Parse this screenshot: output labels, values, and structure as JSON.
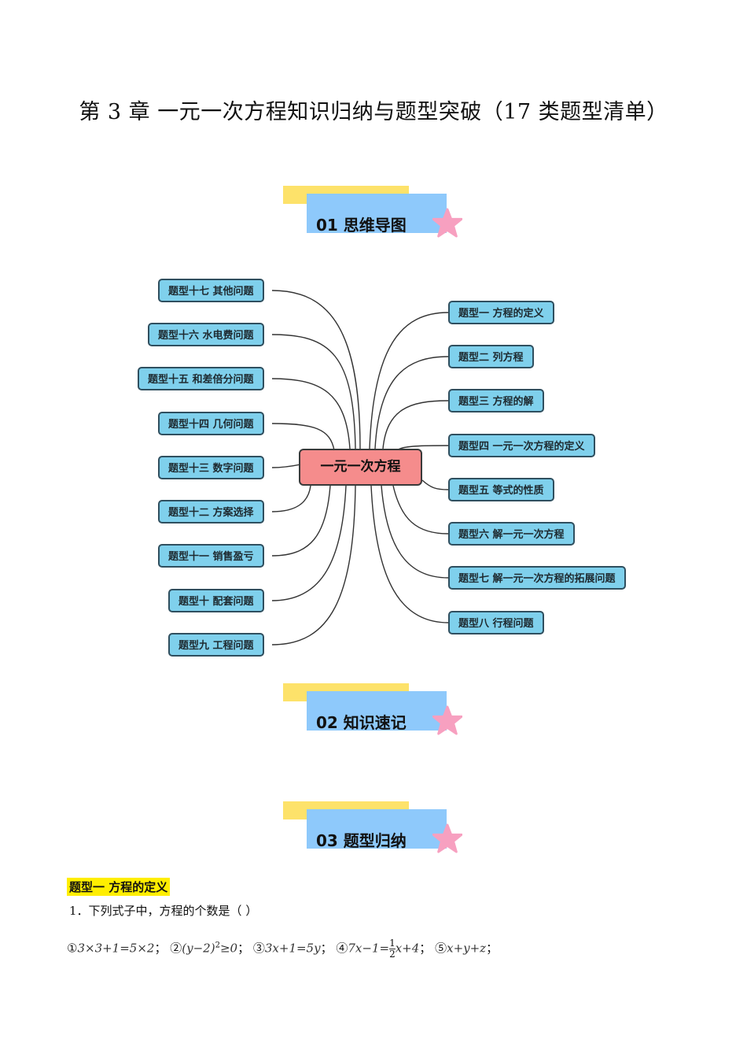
{
  "title": "第 3 章  一元一次方程知识归纳与题型突破（17 类题型清单）",
  "sections": {
    "s1": "01    思维导图",
    "s2": "02    知识速记",
    "s3": "03    题型归纳"
  },
  "mindmap": {
    "center": "一元一次方程",
    "left": [
      "题型十七    其他问题",
      "题型十六    水电费问题",
      "题型十五    和差倍分问题",
      "题型十四    几何问题",
      "题型十三    数字问题",
      "题型十二    方案选择",
      "题型十一    销售盈亏",
      "题型十    配套问题",
      "题型九    工程问题"
    ],
    "right": [
      "题型一    方程的定义",
      "题型二    列方程",
      "题型三    方程的解",
      "题型四    一元一次方程的定义",
      "题型五    等式的性质",
      "题型六    解一元一次方程",
      "题型七    解一元一次方程的拓展问题",
      "题型八    行程问题"
    ]
  },
  "question_section": {
    "heading": "题型一    方程的定义",
    "q1": "1．下列式子中，方程的个数是（     ）",
    "items": {
      "c1": "①",
      "f1": "3×3+1=5×2",
      "sep1": "；",
      "c2": "②",
      "f2a": "(y−2)",
      "f2sup": "2",
      "f2b": "≥0",
      "sep2": "；",
      "c3": "③",
      "f3": "3x+1=5y",
      "sep3": "；",
      "c4": "④",
      "f4a": "7x−1=",
      "f4num": "1",
      "f4den": "2",
      "f4b": "x+4",
      "sep4": "；",
      "c5": "⑤",
      "f5": "x+y+z",
      "sep5": "；"
    }
  },
  "colors": {
    "banner_yellow": "#fde26a",
    "banner_blue": "#8ec9fb",
    "star_pink": "#f7a0c0",
    "node_blue": "#7fd0ec",
    "center_red": "#f58c8c",
    "highlight_yellow": "#ffee00"
  }
}
